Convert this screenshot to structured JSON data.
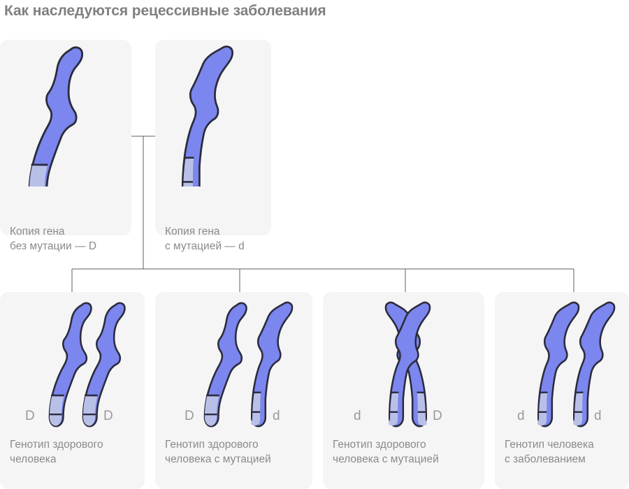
{
  "title": "Как наследуются рецессивные заболевания",
  "colors": {
    "background": "#ffffff",
    "card_background": "#f5f5f5",
    "title_text": "#808080",
    "label_text": "#8a8a8a",
    "allele_text": "#9a9a9a",
    "chromosome_body": "#7b86ee",
    "chromosome_band": "#b9c0e8",
    "chromosome_outline": "#2b2b3d",
    "connector_line": "#5f5f5f"
  },
  "parents": [
    {
      "id": "parent-normal",
      "label": "Копия гена\nбез мутации — D",
      "allele": "D",
      "chromosome_icon": "chromosome-wide-icon"
    },
    {
      "id": "parent-mutated",
      "label": "Копия гена\nс мутацией — d",
      "allele": "d",
      "chromosome_icon": "chromosome-narrow-icon"
    }
  ],
  "children": [
    {
      "id": "child-dd",
      "label": "Генотип здорового\nчеловека",
      "allele_left": "D",
      "allele_right": "D",
      "chromosome_left_icon": "chromosome-wide-icon",
      "chromosome_right_icon": "chromosome-wide-icon"
    },
    {
      "id": "child-dd-carrier-1",
      "label": "Генотип здорового\nчеловека с мутацией",
      "allele_left": "D",
      "allele_right": "d",
      "chromosome_left_icon": "chromosome-wide-icon",
      "chromosome_right_icon": "chromosome-narrow-icon"
    },
    {
      "id": "child-dd-carrier-2",
      "label": "Генотип здорового\nчеловека с мутацией",
      "allele_left": "d",
      "allele_right": "D",
      "chromosome_left_icon": "chromosome-narrow-icon",
      "chromosome_right_icon": "chromosome-wide-icon"
    },
    {
      "id": "child-dd-affected",
      "label": "Генотип человека\nс заболеванием",
      "allele_left": "d",
      "allele_right": "d",
      "chromosome_left_icon": "chromosome-narrow-icon",
      "chromosome_right_icon": "chromosome-narrow-icon"
    }
  ]
}
